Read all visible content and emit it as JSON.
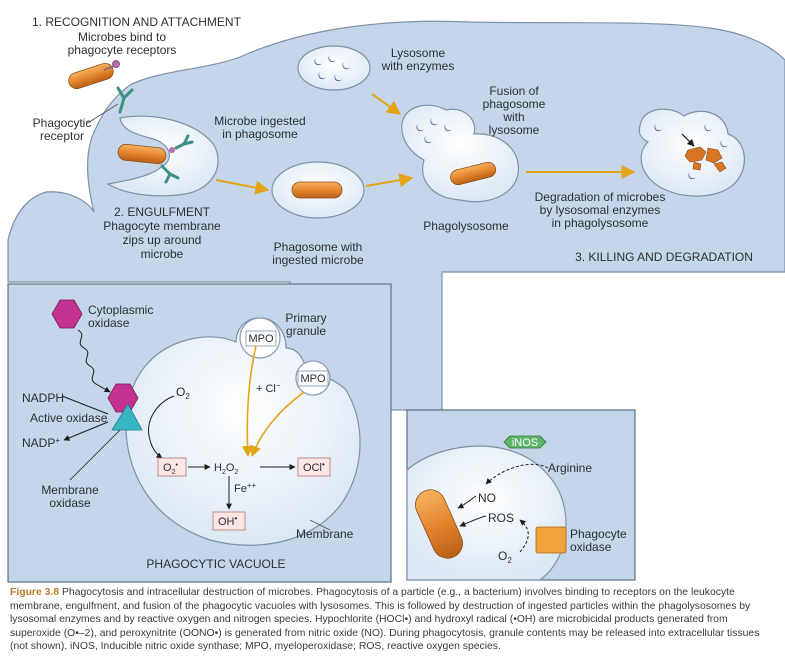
{
  "diagram": {
    "top": {
      "step1_title": "1. RECOGNITION AND ATTACHMENT",
      "step1_desc": [
        "Microbes bind to",
        "phagocyte receptors"
      ],
      "phagocytic_receptor": [
        "Phagocytic",
        "receptor"
      ],
      "microbe_ingested": [
        "Microbe ingested",
        "in phagosome"
      ],
      "step2_title": "2. ENGULFMENT",
      "step2_desc": [
        "Phagocyte membrane",
        "zips up around",
        "microbe"
      ],
      "lysosome": [
        "Lysosome",
        "with enzymes"
      ],
      "fusion": [
        "Fusion of",
        "phagosome",
        "with",
        "lysosome"
      ],
      "phagosome_with_microbe": [
        "Phagosome with",
        "ingested microbe"
      ],
      "phagolysosome": "Phagolysosome",
      "degradation": [
        "Degradation of microbes",
        "by lysosomal enzymes",
        "in phagolysosome"
      ],
      "step3_title": "3. KILLING AND DEGRADATION"
    },
    "vacuole": {
      "cytoplasmic_oxidase": [
        "Cytoplasmic",
        "oxidase"
      ],
      "primary_granule": [
        "Primary",
        "granule"
      ],
      "mpo": "MPO",
      "nadph": "NADPH",
      "active_oxidase": "Active oxidase",
      "nadp": "NADP",
      "nadp_sup": "+",
      "o2": "O",
      "o2_sub": "2",
      "cl": "+ Cl",
      "cl_sup": "−",
      "superoxide": "O",
      "superoxide_sub": "2",
      "superoxide_sup": "•",
      "h2o2": [
        "H",
        "2",
        "O",
        "2"
      ],
      "ocl": "OCl",
      "ocl_sup": "•",
      "fe": "Fe",
      "fe_sup": "++",
      "oh": "OH",
      "oh_sup": "•",
      "membrane_oxidase": [
        "Membrane",
        "oxidase"
      ],
      "membrane": "Membrane",
      "title": "PHAGOCYTIC VACUOLE"
    },
    "nitric": {
      "inos": "iNOS",
      "arginine": "Arginine",
      "no": "NO",
      "ros": "ROS",
      "o2": "O",
      "o2_sub": "2",
      "phagocyte_oxidase": [
        "Phagocyte",
        "oxidase"
      ]
    }
  },
  "caption": {
    "figure_label": "Figure 3.8",
    "text": " Phagocytosis and intracellular destruction of microbes. Phagocytosis of a particle (e.g., a bacterium) involves binding to receptors on the leukocyte membrane, engulfment, and fusion of the phagocytic vacuoles with lysosomes. This is followed by destruction of ingested particles within the phagolysosomes by lysosomal enzymes and by reactive oxygen and nitrogen species. Hypochlorite (HOCl•) and hydroxyl radical (•OH) are microbicidal products generated from superoxide (O•–2), and peroxynitrite (OONO•) is generated from nitric oxide (NO). During phagocytosis, granule contents may be released into extracellular tissues (not shown). iNOS, Inducible nitric oxide synthase; MPO, myeloperoxidase; ROS, reactive oxygen species."
  },
  "colors": {
    "cell_fill": "#c5d6ea",
    "cell_stroke": "#6b7f97",
    "microbe": "#e38a2b",
    "receptor": "#4fa89a",
    "oxidase": "#c2338f",
    "active_oxidase": "#38b6c4",
    "arrow": "#f0b428",
    "inos": "#5fb36b",
    "ros_box": "#fde6e6"
  }
}
